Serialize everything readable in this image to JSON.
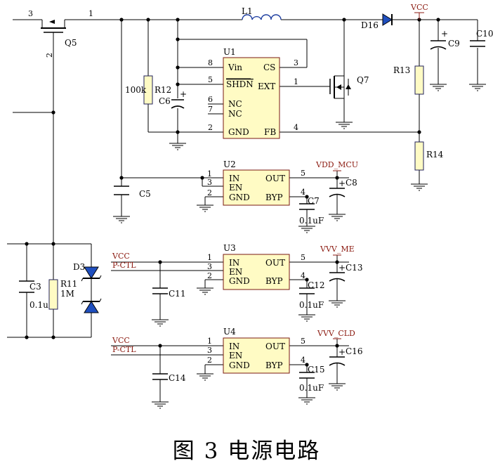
{
  "caption": "图 3  电源电路",
  "components": {
    "Q5": {
      "ref": "Q5",
      "pin_left": "3",
      "pin_right": "1",
      "pin_bottom": "2"
    },
    "L1": {
      "ref": "L1"
    },
    "D16": {
      "ref": "D16"
    },
    "C9": {
      "ref": "C9"
    },
    "C10": {
      "ref": "C10"
    },
    "R12": {
      "ref": "R12",
      "value": "100k"
    },
    "C6": {
      "ref": "C6"
    },
    "Q7": {
      "ref": "Q7"
    },
    "R13": {
      "ref": "R13"
    },
    "R14": {
      "ref": "R14"
    },
    "C5": {
      "ref": "C5"
    },
    "C8": {
      "ref": "C8"
    },
    "C7": {
      "ref": "C7",
      "value": "0.1uF"
    },
    "C3": {
      "ref": "C3",
      "value": "0.1uF"
    },
    "R11": {
      "ref": "R11",
      "value": "1M"
    },
    "D3": {
      "ref": "D3"
    },
    "C11": {
      "ref": "C11"
    },
    "C13": {
      "ref": "C13"
    },
    "C12": {
      "ref": "C12",
      "value": "0.1uF"
    },
    "C14": {
      "ref": "C14"
    },
    "C16": {
      "ref": "C16"
    },
    "C15": {
      "ref": "C15",
      "value": "0.1uF"
    }
  },
  "u1": {
    "ref": "U1",
    "pins_left": [
      {
        "num": "8",
        "name": "Vin"
      },
      {
        "num": "5",
        "name": "SHDN"
      },
      {
        "num": "6",
        "name": "NC"
      },
      {
        "num": "7",
        "name": "NC"
      },
      {
        "num": "2",
        "name": "GND"
      }
    ],
    "pins_right": [
      {
        "num": "3",
        "name": "CS"
      },
      {
        "num": "1",
        "name": "EXT"
      },
      {
        "num": "4",
        "name": "FB"
      }
    ]
  },
  "regulators": [
    {
      "ref": "U2",
      "in_num": "1",
      "en_num": "3",
      "gnd_num": "2",
      "out_num": "5",
      "byp_num": "4",
      "in": "IN",
      "en": "EN",
      "gnd": "GND",
      "out": "OUT",
      "byp": "BYP"
    },
    {
      "ref": "U3",
      "in_num": "1",
      "en_num": "3",
      "gnd_num": "2",
      "out_num": "5",
      "byp_num": "4",
      "in": "IN",
      "en": "EN",
      "gnd": "GND",
      "out": "OUT",
      "byp": "BYP"
    },
    {
      "ref": "U4",
      "in_num": "1",
      "en_num": "3",
      "gnd_num": "2",
      "out_num": "5",
      "byp_num": "4",
      "in": "IN",
      "en": "EN",
      "gnd": "GND",
      "out": "OUT",
      "byp": "BYP"
    }
  ],
  "nets": {
    "vcc_top": "VCC",
    "vdd_mcu": "VDD_MCU",
    "vvv_me": "VVV_ME",
    "vvv_cld": "VVV_CLD",
    "u3_vcc": "VCC",
    "u3_pctl": "P-CTL",
    "u4_vcc": "VCC",
    "u4_pctl": "P-CTL"
  },
  "colors": {
    "chip_fill": "#fffbc4",
    "chip_border": "#7a1a10",
    "net_label": "#8b1a10",
    "diode_fill": "#1f4fbf"
  }
}
